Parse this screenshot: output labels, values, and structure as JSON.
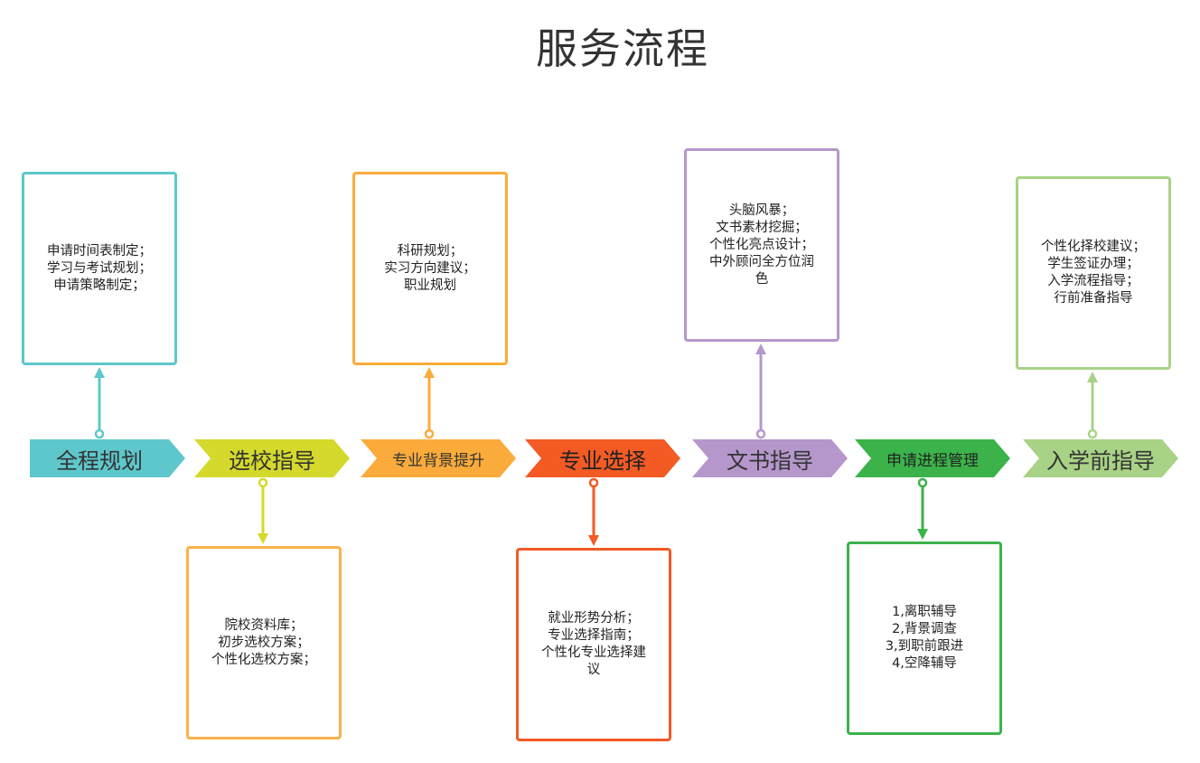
{
  "title": "服务流程",
  "colors": {
    "teal": "#5ec7cb",
    "lime": "#d4d92b",
    "orange": "#fbab3b",
    "red": "#f35a24",
    "purple": "#b597cb",
    "green": "#3bb34a",
    "lightgreen": "#a8d285",
    "box_orange": "#fbb24a"
  },
  "stages": [
    {
      "label": "全程规划",
      "color_key": "teal"
    },
    {
      "label": "选校指导",
      "color_key": "lime"
    },
    {
      "label": "专业背景提升",
      "color_key": "orange"
    },
    {
      "label": "专业选择",
      "color_key": "red"
    },
    {
      "label": "文书指导",
      "color_key": "purple"
    },
    {
      "label": "申请进程管理",
      "color_key": "green"
    },
    {
      "label": "入学前指导",
      "color_key": "lightgreen"
    }
  ],
  "boxes": [
    {
      "stage": 0,
      "text": "申请时间表制定；\n学习与考试规划；\n申请策略制定；"
    },
    {
      "stage": 1,
      "text": "院校资料库；\n初步选校方案；\n个性化选校方案；"
    },
    {
      "stage": 2,
      "text": "科研规划；\n实习方向建议；\n职业规划"
    },
    {
      "stage": 3,
      "text": "就业形势分析；\n专业选择指南；\n个性化专业选择建\n议"
    },
    {
      "stage": 4,
      "text": "头脑风暴；\n文书素材挖掘；\n个性化亮点设计；\n中外顾问全方位润\n色"
    },
    {
      "stage": 5,
      "text": "1,离职辅导\n2,背景调查\n3,到职前跟进\n4,空降辅导"
    },
    {
      "stage": 6,
      "text": "个性化择校建议；\n学生签证办理；\n入学流程指导；\n行前准备指导"
    }
  ]
}
